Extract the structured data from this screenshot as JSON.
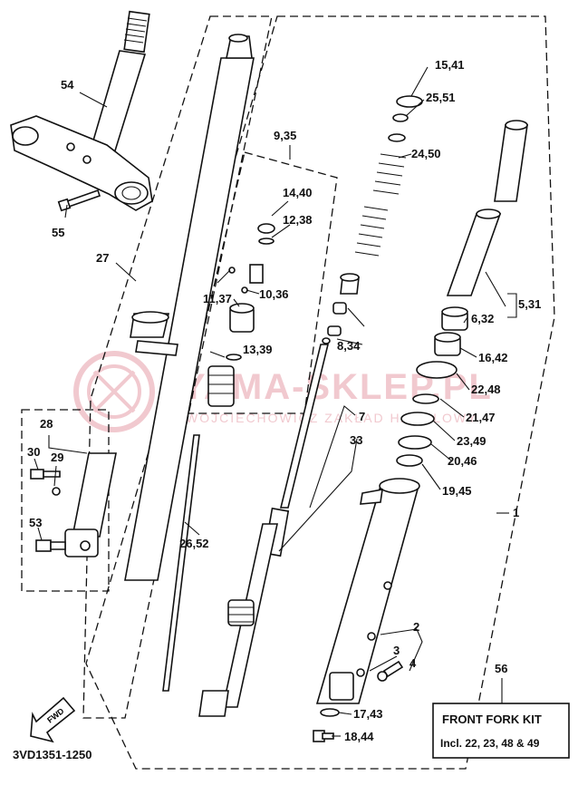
{
  "callouts": {
    "c54": "54",
    "c55": "55",
    "c27": "27",
    "c28": "28",
    "c30": "30",
    "c29": "29",
    "c53": "53",
    "c935": "9,35",
    "c1440": "14,40",
    "c1238": "12,38",
    "c1137": "11,37",
    "c1036": "10,36",
    "c1339": "13,39",
    "c2652": "26,52",
    "c1541": "15,41",
    "c2551": "25,51",
    "c2450": "24,50",
    "c834": "8,34",
    "c7": "7",
    "c33": "33",
    "c531": "5,31",
    "c632": "6,32",
    "c1642": "16,42",
    "c2248": "22,48",
    "c2147": "21,47",
    "c2349": "23,49",
    "c2046": "20,46",
    "c1945": "19,45",
    "c1": "1",
    "c2": "2",
    "c3": "3",
    "c4": "4",
    "c56": "56",
    "c1743": "17,43",
    "c1844": "18,44"
  },
  "kit_box": {
    "title": "FRONT FORK KIT",
    "subtitle": "Incl. 22, 23, 48 & 49"
  },
  "fwd_label": "FWD",
  "drawing_code": "3VD1351-1250",
  "watermark": {
    "main": "YAMA-SKLEP.PL",
    "sub": "WOJCIECHOWICZ ZAKŁAD HANDLOWY"
  },
  "colors": {
    "line": "#111111",
    "watermark": "#f1c9cf",
    "background": "#ffffff"
  }
}
